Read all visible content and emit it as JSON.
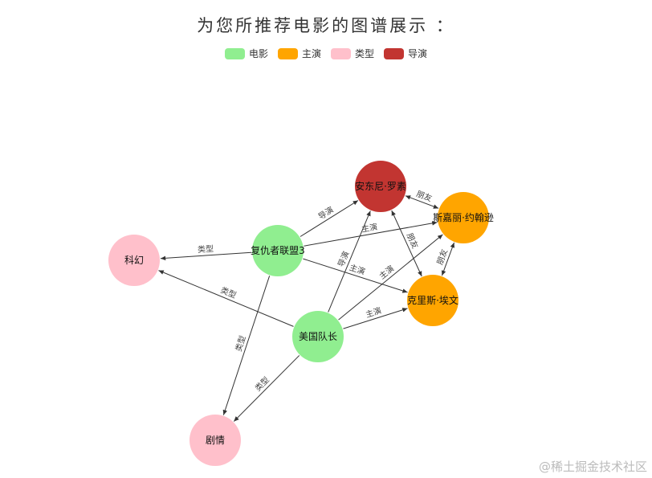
{
  "title": "为您所推荐电影的图谱展示 ：",
  "legend": [
    {
      "label": "电影",
      "color": "#90ee90"
    },
    {
      "label": "主演",
      "color": "#ffa500"
    },
    {
      "label": "类型",
      "color": "#ffc0cb"
    },
    {
      "label": "导演",
      "color": "#c23531"
    }
  ],
  "nodes": [
    {
      "id": "avengers3",
      "label": "复仇者联盟3",
      "category": 0
    },
    {
      "id": "captain",
      "label": "美国队长",
      "category": 0
    },
    {
      "id": "russo",
      "label": "安东尼·罗素",
      "category": 3
    },
    {
      "id": "scarlett",
      "label": "斯嘉丽·约翰逊",
      "category": 1
    },
    {
      "id": "chris",
      "label": "克里斯·埃文",
      "category": 1
    },
    {
      "id": "scifi",
      "label": "科幻",
      "category": 2
    },
    {
      "id": "drama",
      "label": "剧情",
      "category": 2
    }
  ],
  "edges": [
    {
      "source": "avengers3",
      "target": "russo",
      "label": "导演",
      "both": false
    },
    {
      "source": "avengers3",
      "target": "scarlett",
      "label": "主演",
      "both": false
    },
    {
      "source": "avengers3",
      "target": "chris",
      "label": "主演",
      "both": false
    },
    {
      "source": "avengers3",
      "target": "scifi",
      "label": "类型",
      "both": false
    },
    {
      "source": "avengers3",
      "target": "drama",
      "label": "类型",
      "both": false
    },
    {
      "source": "captain",
      "target": "russo",
      "label": "导演",
      "both": false
    },
    {
      "source": "captain",
      "target": "scarlett",
      "label": "主演",
      "both": false
    },
    {
      "source": "captain",
      "target": "chris",
      "label": "主演",
      "both": false
    },
    {
      "source": "captain",
      "target": "scifi",
      "label": "类型",
      "both": false
    },
    {
      "source": "captain",
      "target": "drama",
      "label": "类型",
      "both": false
    },
    {
      "source": "russo",
      "target": "scarlett",
      "label": "朋友",
      "both": true
    },
    {
      "source": "russo",
      "target": "chris",
      "label": "朋友",
      "both": true
    },
    {
      "source": "scarlett",
      "target": "chris",
      "label": "朋友",
      "both": true
    }
  ],
  "watermark": "@稀土掘金技术社区"
}
